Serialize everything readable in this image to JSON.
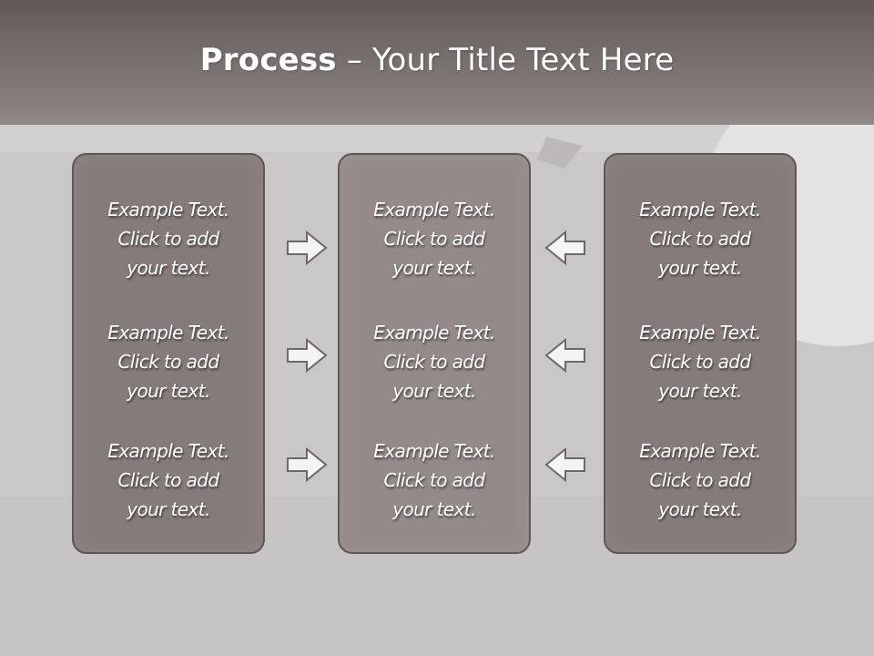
{
  "title": {
    "bold": "Process",
    "rest": " – Your Title Text Here"
  },
  "panels": [
    {
      "items": [
        {
          "l1": "Example Text.",
          "l2": "Click  to add",
          "l3": "your text."
        },
        {
          "l1": "Example Text.",
          "l2": "Click  to add",
          "l3": "your text."
        },
        {
          "l1": "Example Text.",
          "l2": "Click  to add",
          "l3": "your text."
        }
      ]
    },
    {
      "items": [
        {
          "l1": "Example Text.",
          "l2": "Click  to add",
          "l3": "your text."
        },
        {
          "l1": "Example Text.",
          "l2": "Click  to add",
          "l3": "your text."
        },
        {
          "l1": "Example Text.",
          "l2": "Click  to add",
          "l3": "your text."
        }
      ]
    },
    {
      "items": [
        {
          "l1": "Example Text.",
          "l2": "Click  to add",
          "l3": "your text."
        },
        {
          "l1": "Example Text.",
          "l2": "Click  to add",
          "l3": "your text."
        },
        {
          "l1": "Example Text.",
          "l2": "Click  to add",
          "l3": "your text."
        }
      ]
    }
  ],
  "arrows": {
    "left_group": "right-arrow-icon",
    "right_group": "left-arrow-icon"
  },
  "colors": {
    "header": "#7a7170",
    "panel": "#857b7a",
    "panel_center": "#938a89",
    "background": "#c9c7c7"
  }
}
